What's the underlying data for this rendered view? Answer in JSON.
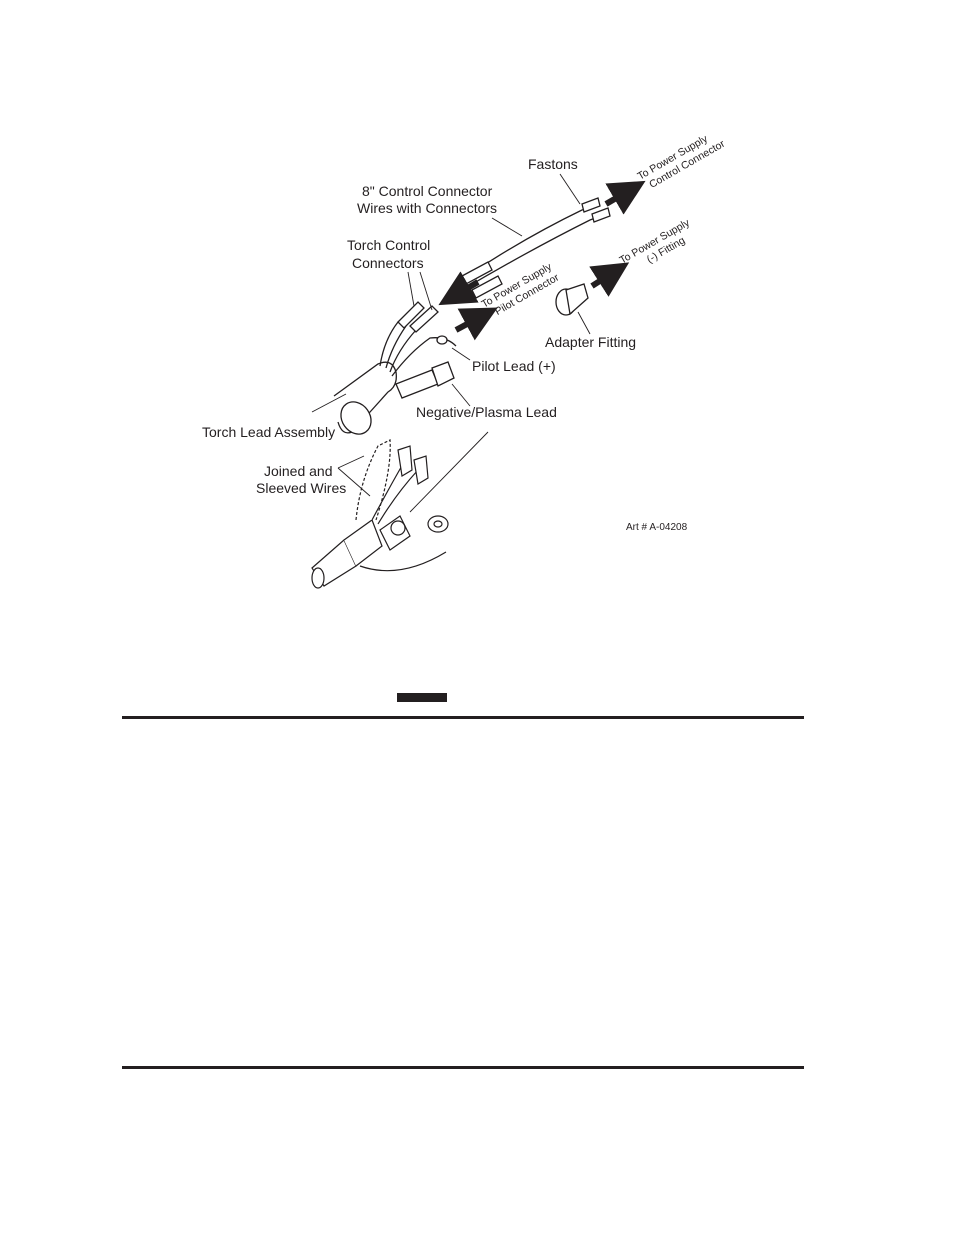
{
  "figure": {
    "labels": {
      "fastons": "Fastons",
      "control_wires_line1": "8\" Control Connector",
      "control_wires_line2": "Wires with Connectors",
      "torch_control_line1": "Torch Control",
      "torch_control_line2": "Connectors",
      "adapter_fitting": "Adapter Fitting",
      "pilot_lead": "Pilot Lead (+)",
      "negative_lead": "Negative/Plasma Lead",
      "torch_lead_assembly": "Torch Lead Assembly",
      "joined_line1": "Joined and",
      "joined_line2": "Sleeved Wires",
      "to_control_line1": "To Power Supply",
      "to_control_line2": "Control Connector",
      "to_fitting_line1": "To Power Supply",
      "to_fitting_line2": "(-) Fitting",
      "to_pilot_line1": "To Power Supply",
      "to_pilot_line2": "Pilot Connector"
    },
    "art_number": "Art # A-04208"
  }
}
